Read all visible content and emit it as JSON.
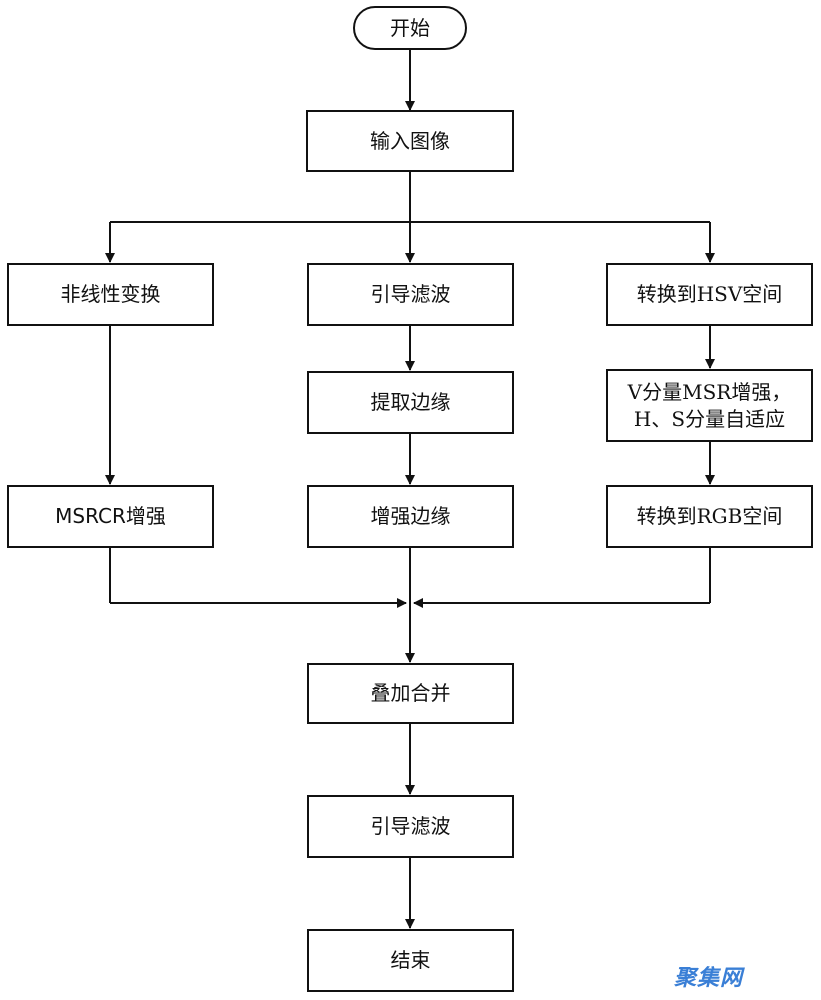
{
  "nodes": {
    "start": "开始",
    "input": "输入图像",
    "nonlinear": "非线性变换",
    "guided_filter_1": "引导滤波",
    "to_hsv": "转换到HSV空间",
    "extract_edge": "提取边缘",
    "msr_line1": "V分量MSR增强，",
    "msr_line2": "H、S分量自适应",
    "msrcr": "MSRCR增强",
    "enhance_edge": "增强边缘",
    "to_rgb": "转换到RGB空间",
    "merge": "叠加合并",
    "guided_filter_2": "引导滤波",
    "end": "结束"
  },
  "watermark": {
    "text": "聚集网",
    "color": "#3a7fd6"
  }
}
